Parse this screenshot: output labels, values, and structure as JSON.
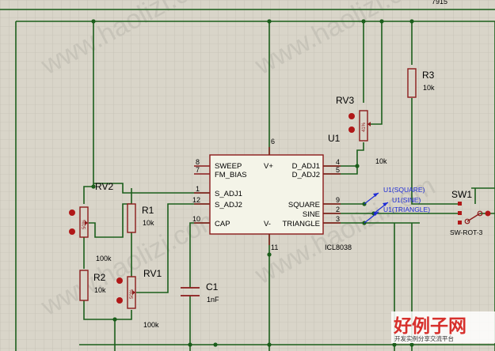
{
  "colors": {
    "background": "#d9d5c9",
    "grid": "#bdb9ae",
    "wire": "#1b5e1b",
    "component": "#8b1a1a",
    "chip_fill": "#f4f4e8",
    "pin": "#8b1a1a",
    "probe": "#1d2bd6",
    "text": "#000000",
    "brand_red": "#d7302c",
    "brand_bg": "#ffffff"
  },
  "ic": {
    "name": "ICL8038",
    "left_pins": [
      {
        "num": "8",
        "label": "SWEEP"
      },
      {
        "num": "7",
        "label": "FM_BIAS"
      },
      {
        "num": "1",
        "label": "S_ADJ1"
      },
      {
        "num": "12",
        "label": "S_ADJ2"
      },
      {
        "num": "10",
        "label": "CAP"
      }
    ],
    "right_pins": [
      {
        "num": "4",
        "label": "D_ADJ1"
      },
      {
        "num": "5",
        "label": "D_ADJ2"
      },
      {
        "num": "9",
        "label": "SQUARE"
      },
      {
        "num": "2",
        "label": "SINE"
      },
      {
        "num": "3",
        "label": "TRIANGLE"
      }
    ],
    "top_pin": {
      "num": "6",
      "label": "V+"
    },
    "bottom_pin": {
      "num": "11",
      "label": "V-"
    }
  },
  "components": {
    "r3": {
      "name": "R3",
      "value": "10k"
    },
    "rv3": {
      "name": "RV3",
      "value": "10k",
      "wiper": "41%"
    },
    "u1": {
      "name": "U1"
    },
    "rv2": {
      "name": "RV2",
      "value": "100k",
      "wiper": "50%"
    },
    "r1": {
      "name": "R1",
      "value": "10k"
    },
    "r2": {
      "name": "R2",
      "value": "10k"
    },
    "rv1": {
      "name": "RV1",
      "value": "100k",
      "wiper": "50%"
    },
    "c1": {
      "name": "C1",
      "value": "1nF"
    },
    "sw1": {
      "name": "SW1",
      "type": "SW-ROT-3"
    },
    "top_part": {
      "name": "7915"
    }
  },
  "probes": [
    "U1(SQUARE)",
    "U1(SINE)",
    "U1(TRIANGLE)"
  ],
  "watermark": "www.haolizi.com",
  "brand": {
    "title": "好例子网",
    "subtitle": "开发实例分享交流平台"
  }
}
